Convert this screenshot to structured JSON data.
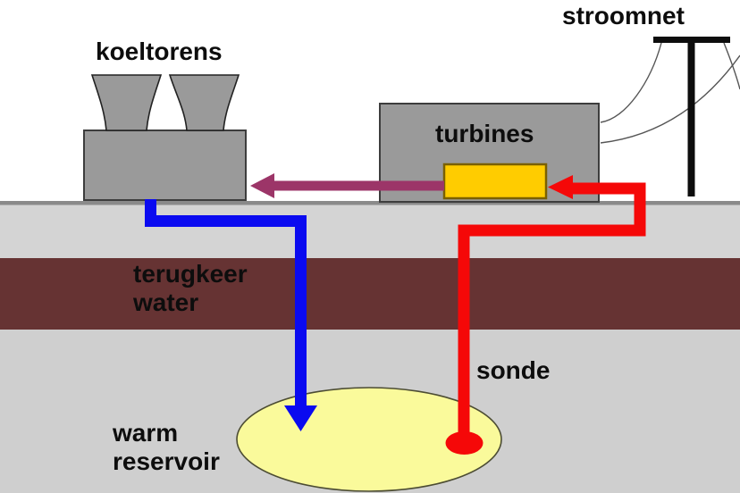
{
  "diagram": {
    "labels": {
      "cooling_towers": "koeltorens",
      "power_grid": "stroomnet",
      "turbines": "turbines",
      "return_water": "terugkeer\nwater",
      "probe": "sonde",
      "warm_reservoir": "warm\nreservoir"
    },
    "colors": {
      "sky": "#ffffff",
      "soil_upper": "#d4d4d4",
      "soil_lower": "#cfcfcf",
      "surface_line": "#8a8a8a",
      "rock_layer": "#663333",
      "building_gray": "#9a9a9a",
      "building_outline": "#3d3d3d",
      "tower_outline": "#222222",
      "generator_yellow": "#ffcc00",
      "generator_outline": "#7a6000",
      "reservoir_yellow": "#fafa9b",
      "reservoir_outline": "#4c4c33",
      "hot_red": "#f50808",
      "cold_blue": "#0a0af0",
      "electricity_purple": "#9c3568",
      "pole_black": "#0d0d0d",
      "wire_gray": "#555555"
    }
  }
}
